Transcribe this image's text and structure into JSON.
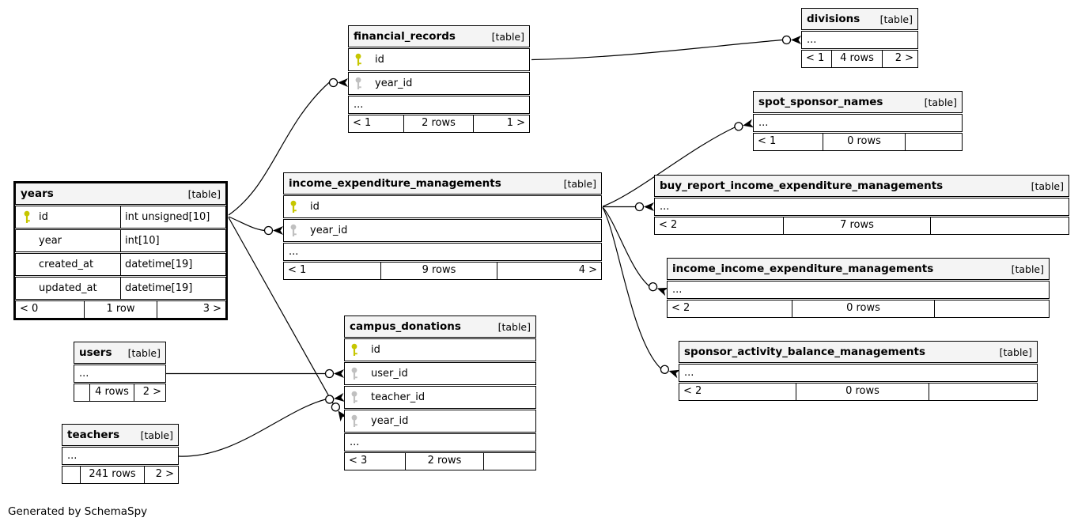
{
  "generator_note": "Generated by SchemaSpy",
  "colors": {
    "pk_key": "#c6c600",
    "fk_key": "#c0c0c0",
    "header_bg": "#f4f4f4",
    "line": "#000000"
  },
  "tables": {
    "financial_records": {
      "name": "financial_records",
      "tag": "[table]",
      "ellipsis": "...",
      "columns": [
        {
          "name": "id",
          "key": "pk"
        },
        {
          "name": "year_id",
          "key": "fk"
        }
      ],
      "footer": [
        "< 1",
        "2 rows",
        "1 >"
      ]
    },
    "divisions": {
      "name": "divisions",
      "tag": "[table]",
      "ellipsis": "...",
      "footer": [
        "< 1",
        "4 rows",
        "2 >"
      ]
    },
    "spot_sponsor_names": {
      "name": "spot_sponsor_names",
      "tag": "[table]",
      "ellipsis": "...",
      "footer": [
        "< 1",
        "0 rows",
        ""
      ]
    },
    "buy_report_income_expenditure_managements": {
      "name": "buy_report_income_expenditure_managements",
      "tag": "[table]",
      "ellipsis": "...",
      "footer": [
        "< 2",
        "7 rows",
        ""
      ]
    },
    "income_expenditure_managements": {
      "name": "income_expenditure_managements",
      "tag": "[table]",
      "ellipsis": "...",
      "columns": [
        {
          "name": "id",
          "key": "pk"
        },
        {
          "name": "year_id",
          "key": "fk"
        }
      ],
      "footer": [
        "< 1",
        "9 rows",
        "4 >"
      ]
    },
    "income_income_expenditure_managements": {
      "name": "income_income_expenditure_managements",
      "tag": "[table]",
      "ellipsis": "...",
      "footer": [
        "< 2",
        "0 rows",
        ""
      ]
    },
    "sponsor_activity_balance_managements": {
      "name": "sponsor_activity_balance_managements",
      "tag": "[table]",
      "ellipsis": "...",
      "footer": [
        "< 2",
        "0 rows",
        ""
      ]
    },
    "years": {
      "name": "years",
      "tag": "[table]",
      "columns": [
        {
          "name": "id",
          "type": "int unsigned[10]",
          "key": "pk"
        },
        {
          "name": "year",
          "type": "int[10]",
          "key": ""
        },
        {
          "name": "created_at",
          "type": "datetime[19]",
          "key": ""
        },
        {
          "name": "updated_at",
          "type": "datetime[19]",
          "key": ""
        }
      ],
      "footer": [
        "< 0",
        "1 row",
        "3 >"
      ]
    },
    "users": {
      "name": "users",
      "tag": "[table]",
      "ellipsis": "...",
      "footer": [
        "",
        "4 rows",
        "2 >"
      ]
    },
    "campus_donations": {
      "name": "campus_donations",
      "tag": "[table]",
      "ellipsis": "...",
      "columns": [
        {
          "name": "id",
          "key": "pk"
        },
        {
          "name": "user_id",
          "key": "fk"
        },
        {
          "name": "teacher_id",
          "key": "fk"
        },
        {
          "name": "year_id",
          "key": "fk"
        }
      ],
      "footer": [
        "< 3",
        "2 rows",
        ""
      ]
    },
    "teachers": {
      "name": "teachers",
      "tag": "[table]",
      "ellipsis": "...",
      "footer": [
        "",
        "241 rows",
        "2 >"
      ]
    }
  },
  "relationships": [
    {
      "from": "years.id",
      "to": "financial_records.year_id"
    },
    {
      "from": "years.id",
      "to": "income_expenditure_managements.year_id"
    },
    {
      "from": "years.id",
      "to": "campus_donations.year_id"
    },
    {
      "from": "financial_records.id",
      "to": "divisions"
    },
    {
      "from": "income_expenditure_managements.id",
      "to": "spot_sponsor_names"
    },
    {
      "from": "income_expenditure_managements.id",
      "to": "buy_report_income_expenditure_managements"
    },
    {
      "from": "income_expenditure_managements.id",
      "to": "income_income_expenditure_managements"
    },
    {
      "from": "income_expenditure_managements.id",
      "to": "sponsor_activity_balance_managements"
    },
    {
      "from": "users",
      "to": "campus_donations.user_id"
    },
    {
      "from": "teachers",
      "to": "campus_donations.teacher_id"
    }
  ]
}
